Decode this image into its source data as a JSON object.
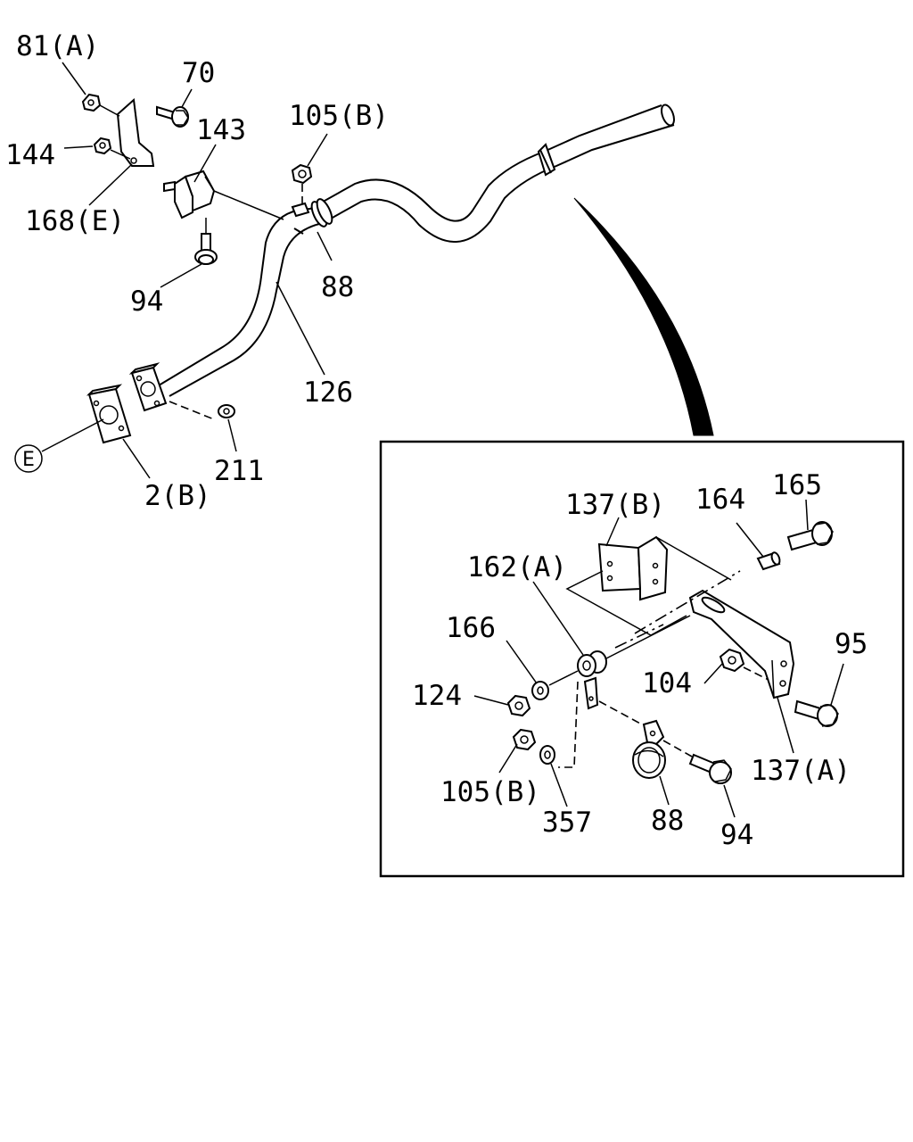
{
  "callout_labels": {
    "p81a": "81(A)",
    "p70": "70",
    "p143": "143",
    "p144": "144",
    "p168e": "168(E)",
    "p105b_top": "105(B)",
    "p88_top": "88",
    "p94_top": "94",
    "p126": "126",
    "p211": "211",
    "p2b": "2(B)",
    "e_marker": "E",
    "p137b": "137(B)",
    "p164": "164",
    "p165": "165",
    "p162a": "162(A)",
    "p166": "166",
    "p95": "95",
    "p104": "104",
    "p124": "124",
    "p105b_detail": "105(B)",
    "p357": "357",
    "p88_detail": "88",
    "p94_detail": "94",
    "p137a": "137(A)"
  }
}
